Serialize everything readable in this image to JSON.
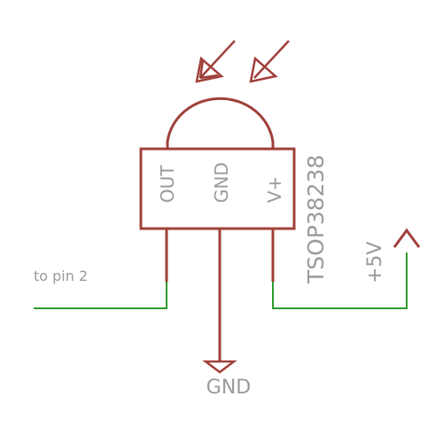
{
  "component": {
    "part_number": "TSOP38238",
    "pins": [
      {
        "name": "out",
        "label": "OUT"
      },
      {
        "name": "gnd",
        "label": "GND"
      },
      {
        "name": "vcc",
        "label": "V+"
      }
    ]
  },
  "nets": {
    "signal_label": "to pin 2",
    "supply_label": "+5V",
    "ground_label": "GND"
  },
  "colors": {
    "component": "#a0403a",
    "wire": "#2e9a2e",
    "text": "#9a9a9a",
    "background": "#ffffff"
  }
}
